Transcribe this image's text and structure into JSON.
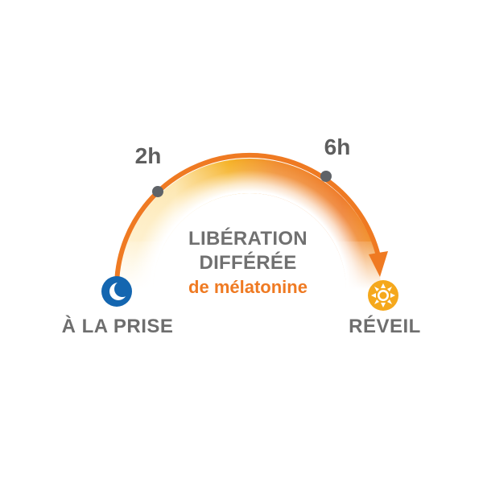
{
  "diagram": {
    "title_line1": "LIBÉRATION",
    "title_line2": "DIFFÉRÉE",
    "subtitle": "de mélatonine",
    "markers": [
      {
        "label": "2h",
        "icon": "dot-icon"
      },
      {
        "label": "6h",
        "icon": "dot-icon"
      }
    ],
    "start": {
      "label": "À LA PRISE",
      "icon": "moon-icon"
    },
    "end": {
      "label": "RÉVEIL",
      "icon": "sun-icon"
    },
    "colors": {
      "arc_outline": "#ef7a22",
      "band_start": "#fde9b8",
      "band_mid": "#f3ab1c",
      "band_end": "#ef7a22",
      "marker_dot": "#5f6368",
      "moon_bg": "#1466b0",
      "sun_bg": "#f5a81c",
      "text_gray": "#6e6e6e",
      "text_orange": "#ef7a22"
    }
  }
}
